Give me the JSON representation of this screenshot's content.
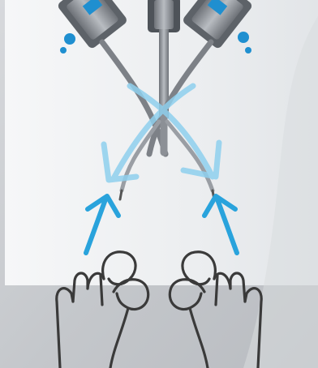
{
  "figure": {
    "description_icons": [
      "surgical-instrument-left",
      "surgical-instrument-center",
      "surgical-instrument-right",
      "left-hand-pinch-icon",
      "right-hand-pinch-icon"
    ],
    "colors": {
      "background": "#c9ccd0",
      "panel": "#eef0f2",
      "arrow_blue": "#29a3dc",
      "arrow_light_blue": "#8fd0ee",
      "hand_outline": "#3a3a3a",
      "instrument_metal": "#8c9096",
      "instrument_blue": "#1f8fd0"
    }
  }
}
